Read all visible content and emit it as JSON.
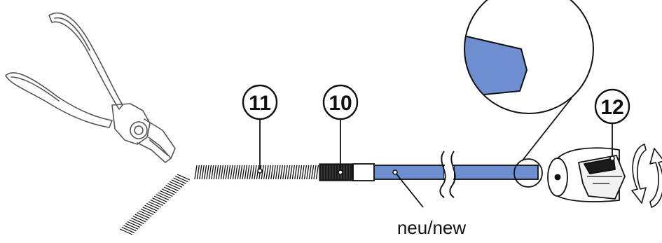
{
  "callouts": [
    {
      "id": "11",
      "label": "11"
    },
    {
      "id": "10",
      "label": "10"
    },
    {
      "id": "12",
      "label": "12"
    }
  ],
  "caption": "neu/new",
  "colors": {
    "tube_blue": "#6f8ed0",
    "outline": "#111111",
    "pliers_stroke": "#555555",
    "background": "#ffffff"
  },
  "icons": [
    "side-cutter-pliers-icon",
    "rotate-arrows-icon"
  ]
}
